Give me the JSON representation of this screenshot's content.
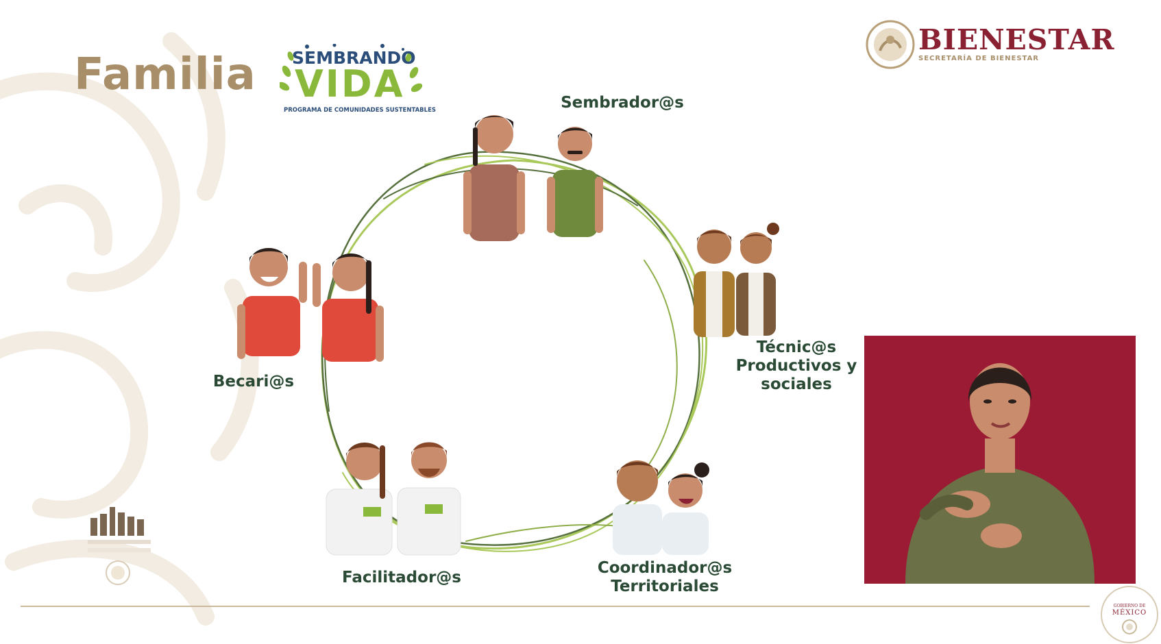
{
  "slide": {
    "title": "Familia"
  },
  "program_logo": {
    "line1": "SEMBRANDO",
    "line2": "VIDA",
    "line3": "PROGRAMA DE COMUNIDADES SUSTENTABLES"
  },
  "ministry_logo": {
    "name": "BIENESTAR",
    "subtitle": "SECRETARÍA DE BIENESTAR"
  },
  "government_badge": {
    "line1": "GOBIERNO DE",
    "line2": "MÉXICO"
  },
  "diagram": {
    "nodes": [
      {
        "id": "sembradores",
        "lines": [
          "Sembrador@s"
        ]
      },
      {
        "id": "tecnicos",
        "lines": [
          "Técnic@s",
          "Productivos y",
          "sociales"
        ]
      },
      {
        "id": "coordinadores",
        "lines": [
          "Coordinador@s",
          "Territoriales"
        ]
      },
      {
        "id": "facilitadores",
        "lines": [
          "Facilitador@s"
        ]
      },
      {
        "id": "becarios",
        "lines": [
          "Becari@s"
        ]
      }
    ]
  },
  "colors": {
    "title": "#a88f6a",
    "label": "#2a4a35",
    "ring_light": "#a9c85a",
    "ring_dark": "#55703d",
    "ministry": "#8a2133",
    "interpreter_bg": "#9b1a34"
  }
}
